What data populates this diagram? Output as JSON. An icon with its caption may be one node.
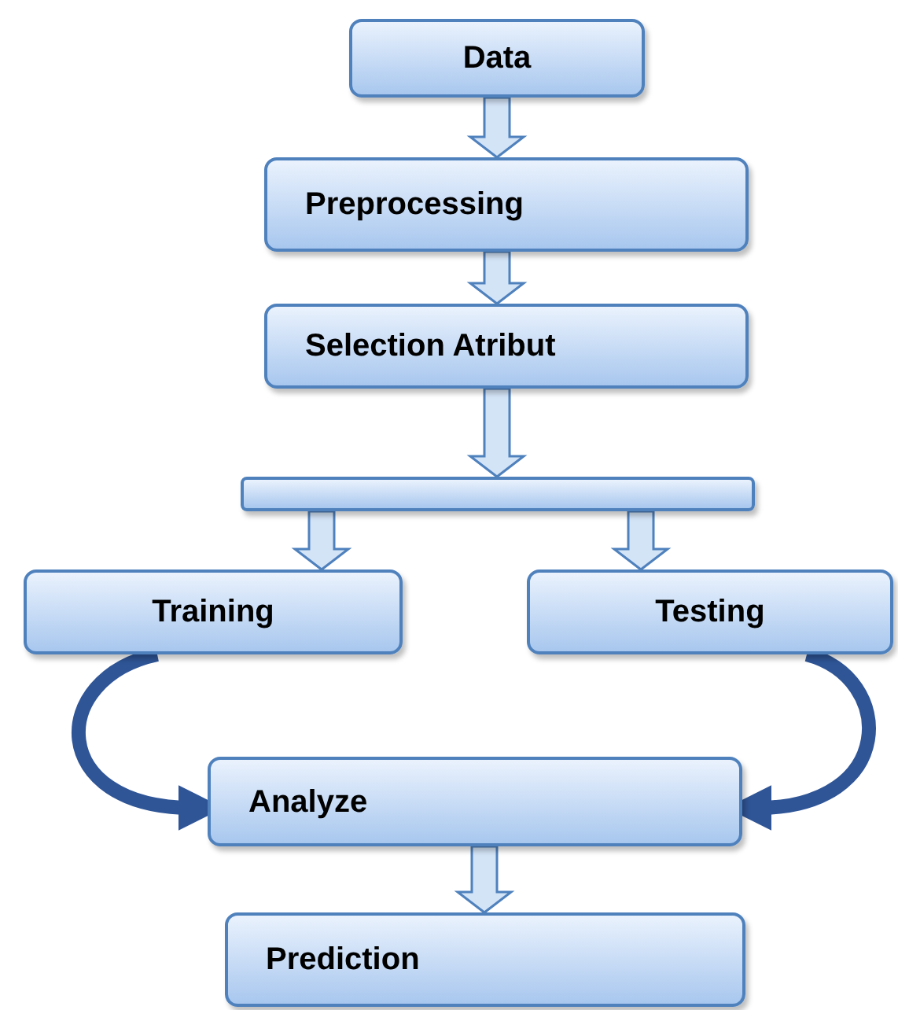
{
  "diagram": {
    "nodes": [
      {
        "text": [
          "Data"
        ]
      },
      {
        "text": [
          "Preprocessing"
        ]
      },
      {
        "text": [
          "Selection Atribut"
        ]
      },
      {
        "text": [],
        "shape": "bar"
      },
      {
        "text": [
          "Training"
        ]
      },
      {
        "text": [
          "Testing"
        ]
      },
      {
        "text": [
          "Analyze"
        ]
      },
      {
        "text": [
          "Prediction"
        ]
      }
    ],
    "edges": [
      {
        "from": 0,
        "to": 1,
        "arrow": "to"
      },
      {
        "from": 1,
        "to": 2,
        "arrow": "to"
      },
      {
        "from": 2,
        "to": 3,
        "arrow": "to"
      },
      {
        "from": 3,
        "to": 4,
        "arrow": "to"
      },
      {
        "from": 3,
        "to": 5,
        "arrow": "to"
      },
      {
        "from": 4,
        "to": 6,
        "arrow": "to",
        "color": "#2f5597"
      },
      {
        "from": 5,
        "to": 6,
        "arrow": "to",
        "color": "#2f5597"
      },
      {
        "from": 6,
        "to": 7,
        "arrow": "to"
      }
    ]
  }
}
